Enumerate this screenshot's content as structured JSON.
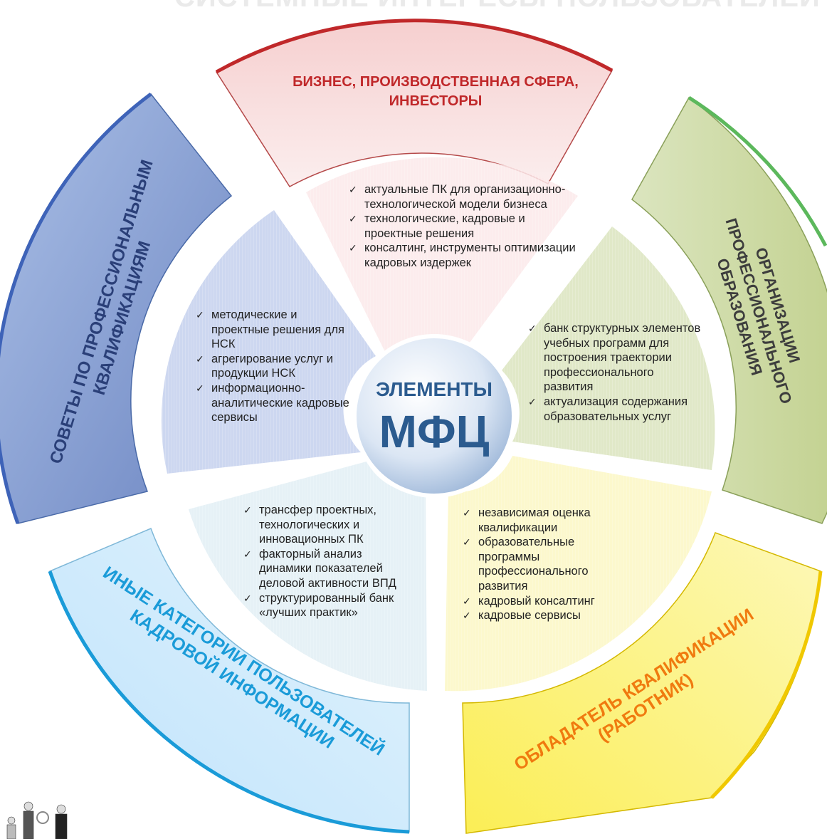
{
  "header_text": "СИСТЕМНЫЕ ИНТЕРЕСЫ ПОЛЬЗОВАТЕЛЕЙ",
  "center": {
    "line1": "ЭЛЕМЕНТЫ",
    "line2": "МФЦ"
  },
  "segments": {
    "business": {
      "label_lines": [
        "БИЗНЕС, ПРОИЗВОДСТВЕННАЯ СФЕРА,",
        "ИНВЕСТОРЫ"
      ],
      "items": [
        "актуальные ПК для организационно-технологической модели бизнеса",
        "технологические, кадровые и проектные решения",
        "консалтинг, инструменты оптимизации кадровых издержек"
      ],
      "color": "#f3d6d6"
    },
    "education": {
      "label_lines": [
        "ОРГАНИЗАЦИИ",
        "ПРОФЕССИОНАЛЬНОГО",
        "ОБРАЗОВАНИЯ"
      ],
      "items": [
        "банк структурных элементов учебных программ для построения траектории профессионального развития",
        "актуализация содержания образовательных услуг"
      ],
      "color": "#c9d6a4"
    },
    "worker": {
      "label_lines": [
        "ОБЛАДАТЕЛЬ КВАЛИФИКАЦИИ",
        "(РАБОТНИК)"
      ],
      "items": [
        "независимая оценка квалификации",
        "образовательные программы профессионального развития",
        "кадровый консалтинг",
        "кадровые сервисы"
      ],
      "color": "#fbf48a"
    },
    "other_users": {
      "label_lines": [
        "ИНЫЕ КАТЕГОРИИ ПОЛЬЗОВАТЕЛЕЙ",
        "КАДРОВОЙ ИНФОРМАЦИИ"
      ],
      "items": [
        "трансфер проектных, технологических и инновационных ПК",
        "факторный анализ динамики показателей деловой активности ВПД",
        "структурированный банк «лучших практик»"
      ],
      "color": "#cde8fb"
    },
    "councils": {
      "label_lines": [
        "СОВЕТЫ ПО ПРОФЕССИОНАЛЬНЫМ",
        "КВАЛИФИКАЦИЯМ"
      ],
      "items": [
        "методические и проектные решения для НСК",
        "агрегирование услуг и продукции НСК",
        "информационно-аналитические кадровые сервисы"
      ],
      "color": "#9db3df"
    }
  },
  "label_colors": {
    "business": "#c0282a",
    "education": "#3d3d3d",
    "worker": "#f07a0f",
    "other_users": "#1a9bd8",
    "councils": "#2a3f78",
    "center": "#2b5b8f"
  }
}
